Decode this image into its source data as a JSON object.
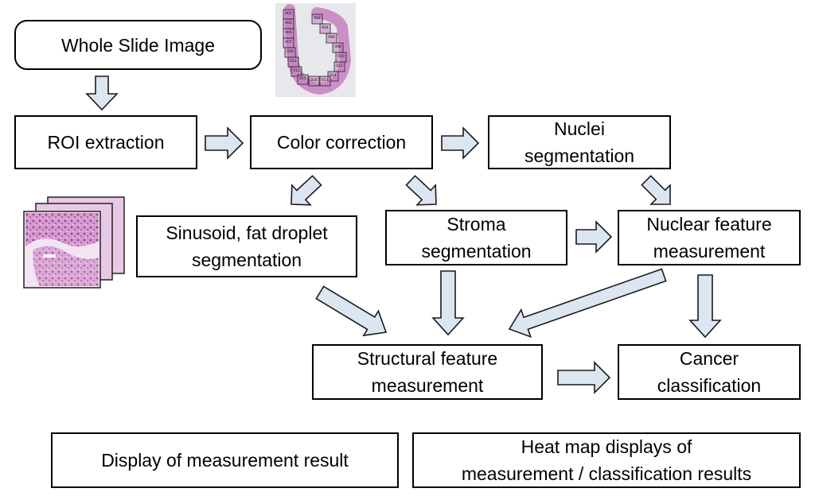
{
  "nodes": {
    "wsi": "Whole Slide Image",
    "roi": "ROI extraction",
    "color": "Color correction",
    "nuclei": "Nuclei\nsegmentation",
    "sinusoid": "Sinusoid, fat droplet\nsegmentation",
    "stroma": "Stroma\nsegmentation",
    "nuclear_feature": "Nuclear feature\nmeasurement",
    "structural": "Structural feature\nmeasurement",
    "cancer": "Cancer\nclassification",
    "display": "Display of measurement result",
    "heatmap": "Heat map displays of\nmeasurement / classification results"
  },
  "tile_labels": [
    "001",
    "002",
    "003",
    "004",
    "005",
    "006",
    "007",
    "008",
    "009",
    "010",
    "011",
    "012",
    "013",
    "014",
    "015",
    "016",
    "017"
  ],
  "colors": {
    "arrow_fill": "#dce6f2",
    "arrow_stroke": "#1a1a1a",
    "tissue": "#c47fc0",
    "tissue_dark": "#8a4a8e"
  }
}
